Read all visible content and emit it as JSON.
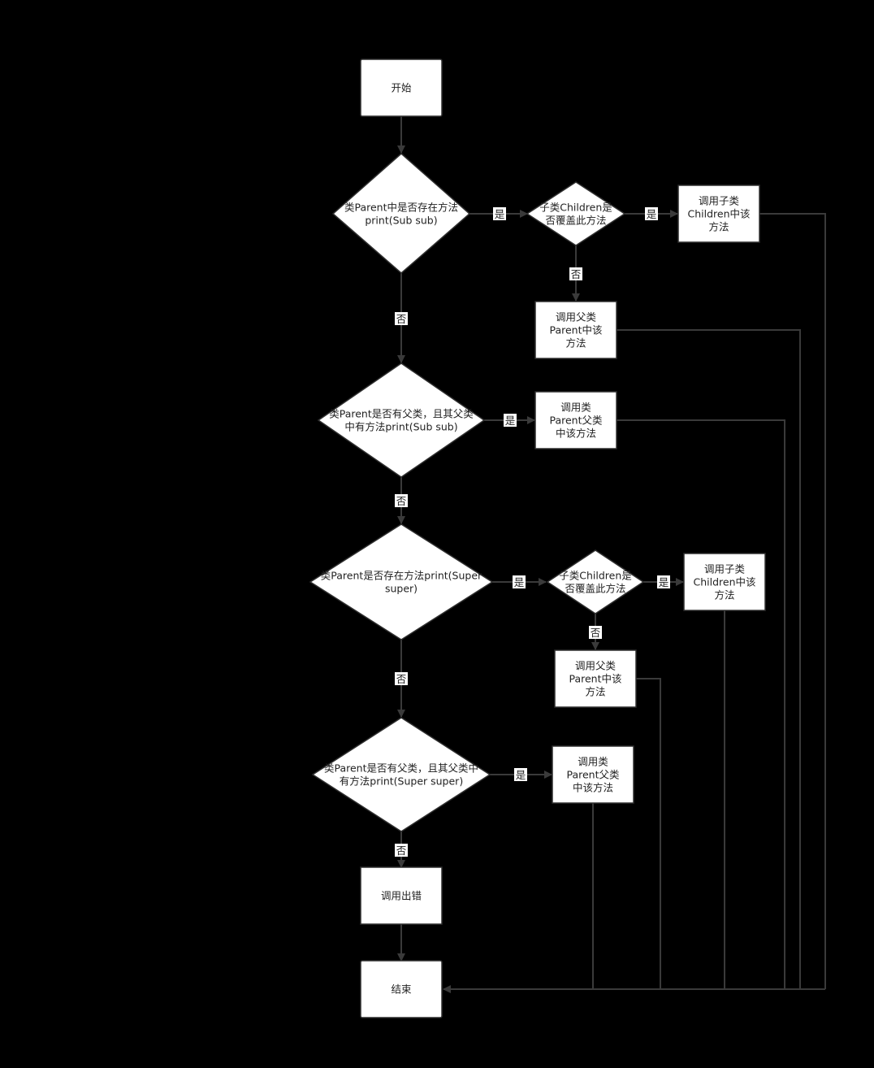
{
  "nodes": {
    "start": [
      "开始"
    ],
    "d1": [
      "类Parent中是否存在方法",
      "print(Sub sub)"
    ],
    "d1a": [
      "子类Children是",
      "否覆盖此方法"
    ],
    "p1": [
      "调用子类",
      "Children中该",
      "方法"
    ],
    "p2": [
      "调用父类",
      "Parent中该",
      "方法"
    ],
    "d2": [
      "类Parent是否有父类，且其父类",
      "中有方法print(Sub sub)"
    ],
    "p3": [
      "调用类",
      "Parent父类",
      "中该方法"
    ],
    "d3": [
      "类Parent是否存在方法print(Super",
      "super)"
    ],
    "d3a": [
      "子类Children是",
      "否覆盖此方法"
    ],
    "p4": [
      "调用子类",
      "Children中该",
      "方法"
    ],
    "p5": [
      "调用父类",
      "Parent中该",
      "方法"
    ],
    "d4": [
      "类Parent是否有父类，且其父类中",
      "有方法print(Super super)"
    ],
    "p6": [
      "调用类",
      "Parent父类",
      "中该方法"
    ],
    "err": [
      "调用出错"
    ],
    "end": [
      "结束"
    ]
  },
  "edge_labels": {
    "yes": "是",
    "no": "否"
  }
}
